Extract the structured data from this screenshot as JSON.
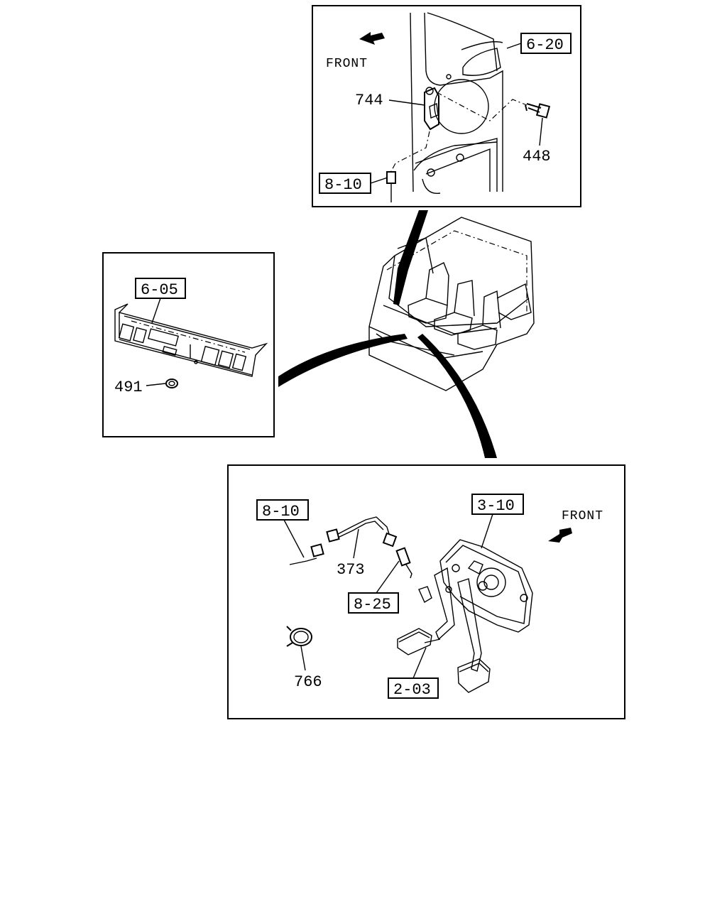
{
  "top_panel": {
    "front_label": "FRONT",
    "ref_6_20": "6-20",
    "ref_8_10": "8-10",
    "part_744": "744",
    "part_448": "448"
  },
  "left_panel": {
    "ref_6_05": "6-05",
    "part_491": "491"
  },
  "bottom_panel": {
    "front_label": "FRONT",
    "ref_8_10": "8-10",
    "ref_3_10": "3-10",
    "ref_8_25": "8-25",
    "ref_2_03": "2-03",
    "part_373": "373",
    "part_766": "766"
  }
}
